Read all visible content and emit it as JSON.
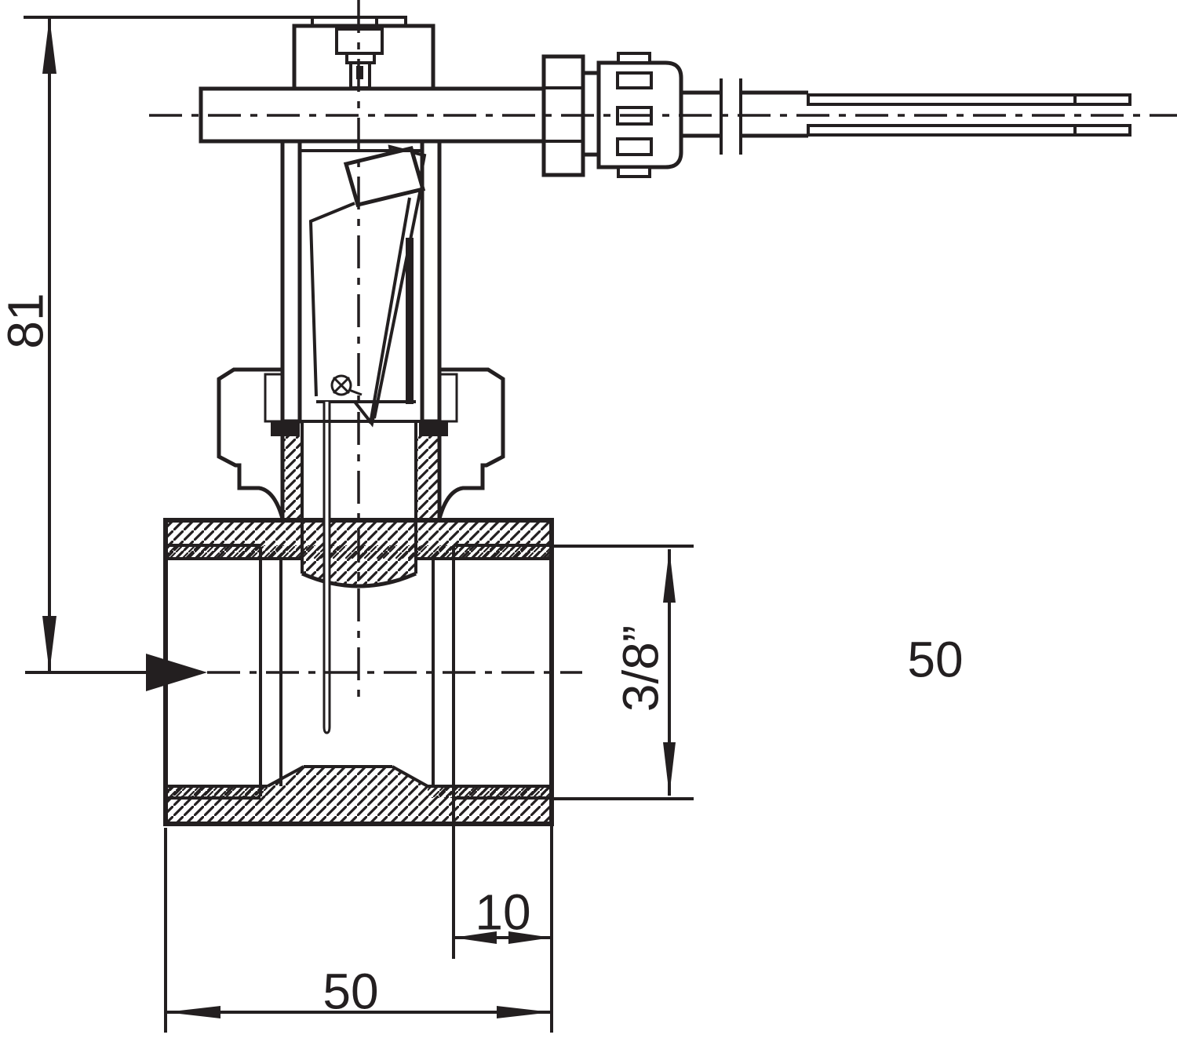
{
  "colors": {
    "line": "#231f20",
    "bg": "#ffffff"
  },
  "dimensions": {
    "overall_height": {
      "label": "81"
    },
    "port_thread": {
      "label": "3/8”"
    },
    "thread_depth": {
      "label": "10"
    },
    "body_length": {
      "label": "50"
    },
    "extension_length": {
      "label": "50"
    }
  }
}
